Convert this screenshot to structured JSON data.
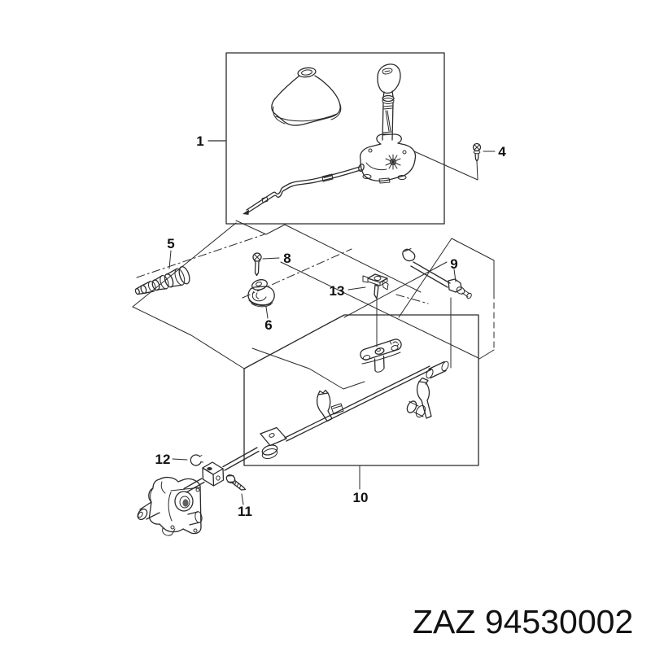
{
  "product_code": "ZAZ 94530002",
  "diagram": {
    "description": "Exploded view line diagram of a manual transmission gear shift control linkage assembly",
    "callouts": {
      "c1": "1",
      "c4": "4",
      "c5": "5",
      "c6": "6",
      "c8": "8",
      "c9": "9",
      "c10": "10",
      "c11": "11",
      "c12": "12",
      "c13": "13"
    },
    "colors": {
      "line": "#2b2b2b",
      "label": "#111111",
      "background": "#ffffff"
    }
  }
}
